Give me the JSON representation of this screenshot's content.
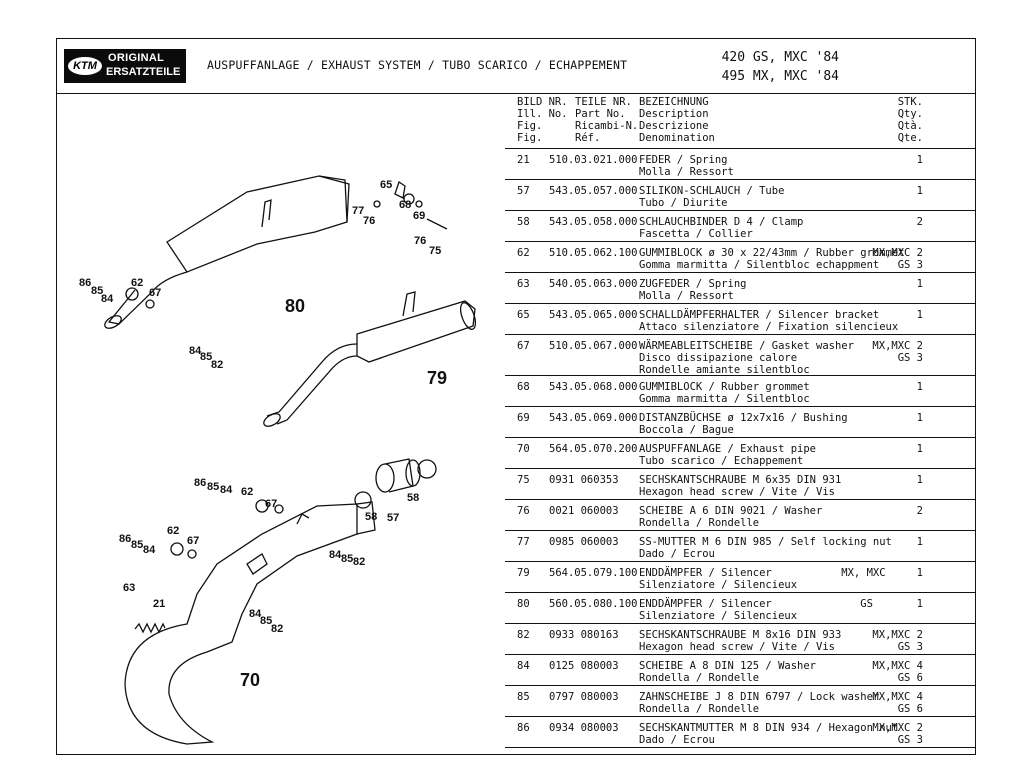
{
  "header": {
    "logo_line1": "ORIGINAL",
    "logo_line2": "ERSATZTEILE",
    "logo_mark": "KTM",
    "title": "AUSPUFFANLAGE / EXHAUST SYSTEM / TUBO SCARICO / ECHAPPEMENT",
    "model_line1": "420 GS, MXC '84",
    "model_line2": "495 MX, MXC '84"
  },
  "table_header": {
    "fig": "BILD NR.\nIll. No.\nFig.\nFig.",
    "part": "TEILE NR.\nPart No.\nRicambi-N.\nRéf.",
    "desc": "BEZEICHNUNG\nDescription\nDescrizione\nDenomination",
    "qty": "STK.\nQty.\nQtà.\nQte."
  },
  "rows": [
    {
      "fig": "21",
      "part": "510.03.021.000",
      "d1": "FEDER / Spring",
      "d2": "Molla / Ressort",
      "d3": "",
      "qty": "1"
    },
    {
      "fig": "57",
      "part": "543.05.057.000",
      "d1": "SILIKON-SCHLAUCH / Tube",
      "d2": "Tubo / Diurite",
      "d3": "",
      "qty": "1"
    },
    {
      "fig": "58",
      "part": "543.05.058.000",
      "d1": "SCHLAUCHBINDER D 4 / Clamp",
      "d2": "Fascetta / Collier",
      "d3": "",
      "qty": "2"
    },
    {
      "fig": "62",
      "part": "510.05.062.100",
      "d1": "GUMMIBLOCK ø 30 x 22/43mm / Rubber grommet",
      "d2": "Gomma marmitta / Silentbloc echappment",
      "d3": "",
      "qty": "MX,MXC 2\nGS 3"
    },
    {
      "fig": "63",
      "part": "540.05.063.000",
      "d1": "ZUGFEDER / Spring",
      "d2": "Molla / Ressort",
      "d3": "",
      "qty": "1"
    },
    {
      "fig": "65",
      "part": "543.05.065.000",
      "d1": "SCHALLDÄMPFERHALTER / Silencer bracket",
      "d2": "Attaco silenziatore / Fixation silencieux",
      "d3": "",
      "qty": "1"
    },
    {
      "fig": "67",
      "part": "510.05.067.000",
      "d1": "WÄRMEABLEITSCHEIBE / Gasket washer",
      "d2": "Disco dissipazione calore",
      "d3": "Rondelle amiante silentbloc",
      "qty": "MX,MXC 2\nGS 3"
    },
    {
      "fig": "68",
      "part": "543.05.068.000",
      "d1": "GUMMIBLOCK / Rubber grommet",
      "d2": "Gomma marmitta / Silentbloc",
      "d3": "",
      "qty": "1"
    },
    {
      "fig": "69",
      "part": "543.05.069.000",
      "d1": "DISTANZBÜCHSE ø 12x7x16 / Bushing",
      "d2": "Boccola / Bague",
      "d3": "",
      "qty": "1"
    },
    {
      "fig": "70",
      "part": "564.05.070.200",
      "d1": "AUSPUFFANLAGE / Exhaust pipe",
      "d2": "Tubo scarico / Echappement",
      "d3": "",
      "qty": "1"
    },
    {
      "fig": "75",
      "part": "0931 060353",
      "d1": "SECHSKANTSCHRAUBE M 6x35 DIN 931",
      "d2": "Hexagon head screw / Vite / Vis",
      "d3": "",
      "qty": "1"
    },
    {
      "fig": "76",
      "part": "0021 060003",
      "d1": "SCHEIBE A 6 DIN 9021 / Washer",
      "d2": "Rondella / Rondelle",
      "d3": "",
      "qty": "2"
    },
    {
      "fig": "77",
      "part": "0985 060003",
      "d1": "SS-MUTTER M 6 DIN 985 / Self locking nut",
      "d2": "Dado / Ecrou",
      "d3": "",
      "qty": "1"
    },
    {
      "fig": "79",
      "part": "564.05.079.100",
      "d1": "ENDDÄMPFER / Silencer           MX, MXC",
      "d2": "Silenziatore / Silencieux",
      "d3": "",
      "qty": "1"
    },
    {
      "fig": "80",
      "part": "560.05.080.100",
      "d1": "ENDDÄMPFER / Silencer              GS",
      "d2": "Silenziatore / Silencieux",
      "d3": "",
      "qty": "1"
    },
    {
      "fig": "82",
      "part": "0933 080163",
      "d1": "SECHSKANTSCHRAUBE M 8x16 DIN 933",
      "d2": "Hexagon head screw / Vite / Vis",
      "d3": "",
      "qty": "MX,MXC 2\nGS 3"
    },
    {
      "fig": "84",
      "part": "0125 080003",
      "d1": "SCHEIBE A 8 DIN 125 / Washer",
      "d2": "Rondella / Rondelle",
      "d3": "",
      "qty": "MX,MXC 4\nGS 6"
    },
    {
      "fig": "85",
      "part": "0797 080003",
      "d1": "ZAHNSCHEIBE J 8 DIN 6797 / Lock washer",
      "d2": "Rondella / Rondelle",
      "d3": "",
      "qty": "MX,MXC 4\nGS 6"
    },
    {
      "fig": "86",
      "part": "0934 080003",
      "d1": "SECHSKANTMUTTER M 8 DIN 934 / Hexagon nut",
      "d2": "Dado / Ecrou",
      "d3": "",
      "qty": "MX,MXC 2\nGS 3"
    }
  ],
  "drawing_labels": {
    "l65": "65",
    "l77": "77",
    "l76a": "76",
    "l68": "68",
    "l69": "69",
    "l76b": "76",
    "l75": "75",
    "l86a": "86",
    "l85a": "85",
    "l84a": "84",
    "l62a": "62",
    "l67a": "67",
    "l80": "80",
    "l84b": "84",
    "l85b": "85",
    "l82a": "82",
    "l79": "79",
    "l86c": "86",
    "l85c": "85",
    "l84c": "84",
    "l62c": "62",
    "l67c": "67",
    "l58a": "58",
    "l57": "57",
    "l58b": "58",
    "l86d": "86",
    "l85d": "85",
    "l84d": "84",
    "l62d": "62",
    "l67d": "67",
    "l84e": "84",
    "l85e": "85",
    "l82e": "82",
    "l63": "63",
    "l21": "21",
    "l84f": "84",
    "l85f": "85",
    "l82f": "82",
    "l70": "70"
  }
}
